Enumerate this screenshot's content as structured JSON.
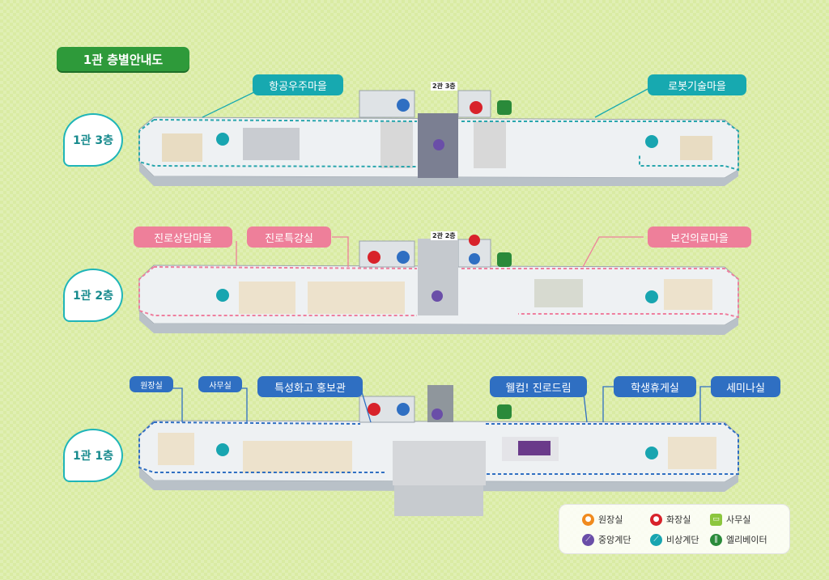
{
  "title": "1관 층별안내도",
  "floors": [
    {
      "label": "1관 3층",
      "stair_note": "2관 3층",
      "callouts": [
        "항공우주마을",
        "로봇기술마을"
      ]
    },
    {
      "label": "1관 2층",
      "stair_note": "2관 2층",
      "callouts": [
        "진로상담마을",
        "진로특강실",
        "보건의료마을"
      ]
    },
    {
      "label": "1관 1층",
      "callouts": [
        "원장실",
        "사무실",
        "특성화고 홍보관",
        "웰컴! 진로드림",
        "학생휴게실",
        "세미나실"
      ]
    }
  ],
  "legend": [
    {
      "label": "원장실",
      "icon": "person-icon",
      "color": "#f08a1e"
    },
    {
      "label": "화장실",
      "icon": "restroom-icon",
      "color": "#d8222a"
    },
    {
      "label": "사무실",
      "icon": "monitor-icon",
      "color": "#8cc63e"
    },
    {
      "label": "중앙계단",
      "icon": "stairs-icon",
      "color": "#6a4ea8"
    },
    {
      "label": "비상계단",
      "icon": "stairs-icon",
      "color": "#18a5b0"
    },
    {
      "label": "엘리베이터",
      "icon": "elevator-icon",
      "color": "#2a8a3a"
    }
  ]
}
